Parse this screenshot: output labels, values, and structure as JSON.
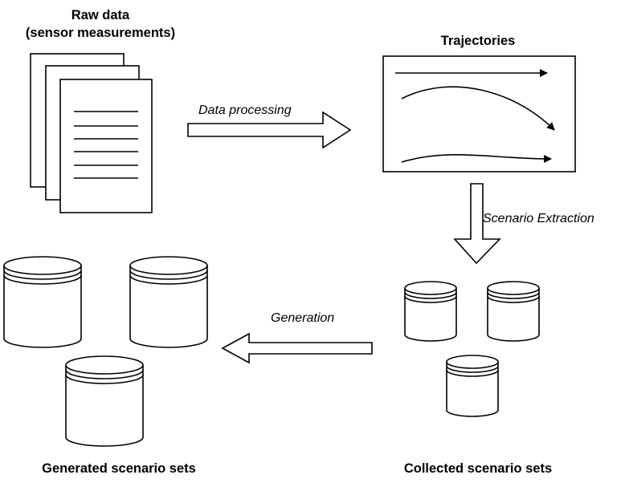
{
  "labels": {
    "raw_data_title": "Raw data",
    "raw_data_subtitle": "(sensor measurements)",
    "trajectories_title": "Trajectories",
    "data_processing": "Data processing",
    "scenario_extraction": "Scenario Extraction",
    "generation": "Generation",
    "collected_sets": "Collected scenario sets",
    "generated_sets": "Generated scenario sets"
  },
  "icons": {
    "raw_data": "document-stack-icon",
    "trajectories": "trajectory-plot-icon",
    "database": "database-cylinder-icon"
  },
  "colors": {
    "stroke": "#000000",
    "fill": "#ffffff"
  }
}
